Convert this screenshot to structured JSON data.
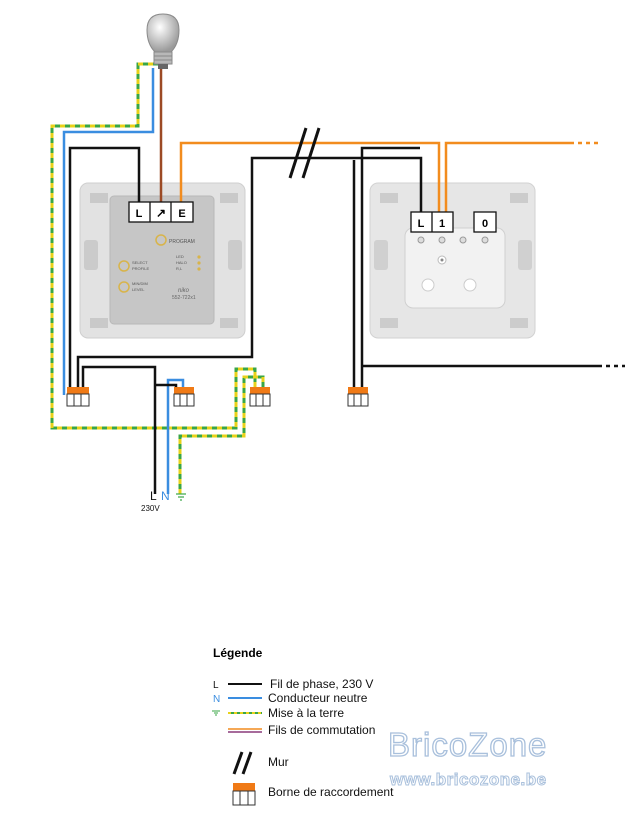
{
  "colors": {
    "phase": "#111111",
    "neutral": "#3a8de0",
    "earth_green": "#3aa645",
    "earth_yellow": "#e8d21a",
    "switching": "#f28c1e",
    "lamp_wire": "#9c4a25",
    "wago": "#f07a16",
    "plate": "#dcdcdc"
  },
  "dimmer": {
    "terminals": [
      "L",
      "↗",
      "E"
    ],
    "button_label": "PROGRAM",
    "select_label": "SELECT\nPROFILE",
    "min_label": "MIN/DIM\nLEVEL",
    "led_labels": [
      "LED",
      "HALO",
      "R,L"
    ],
    "brand": "niko",
    "model": "552-722x1"
  },
  "secondary_switch": {
    "terminals": [
      "L",
      "1",
      "0"
    ]
  },
  "supply": {
    "phase_label": "L",
    "neutral_label": "N",
    "voltage": "230V"
  },
  "legend": {
    "title": "Légende",
    "items": [
      {
        "symbol": "L",
        "label": "Fil de phase, 230 V",
        "type": "phase"
      },
      {
        "symbol": "N",
        "label": "Conducteur neutre",
        "type": "neutral"
      },
      {
        "symbol": "earth",
        "label": "Mise à la terre",
        "type": "earth"
      },
      {
        "symbol": "",
        "label": "Fils de commutation",
        "type": "switching"
      },
      {
        "symbol": "wall",
        "label": "Mur",
        "type": "wall"
      },
      {
        "symbol": "wago",
        "label": "Borne de raccordement",
        "type": "wago"
      }
    ]
  },
  "watermark": {
    "brand": "BricoZone",
    "url": "www.bricozone.be"
  }
}
